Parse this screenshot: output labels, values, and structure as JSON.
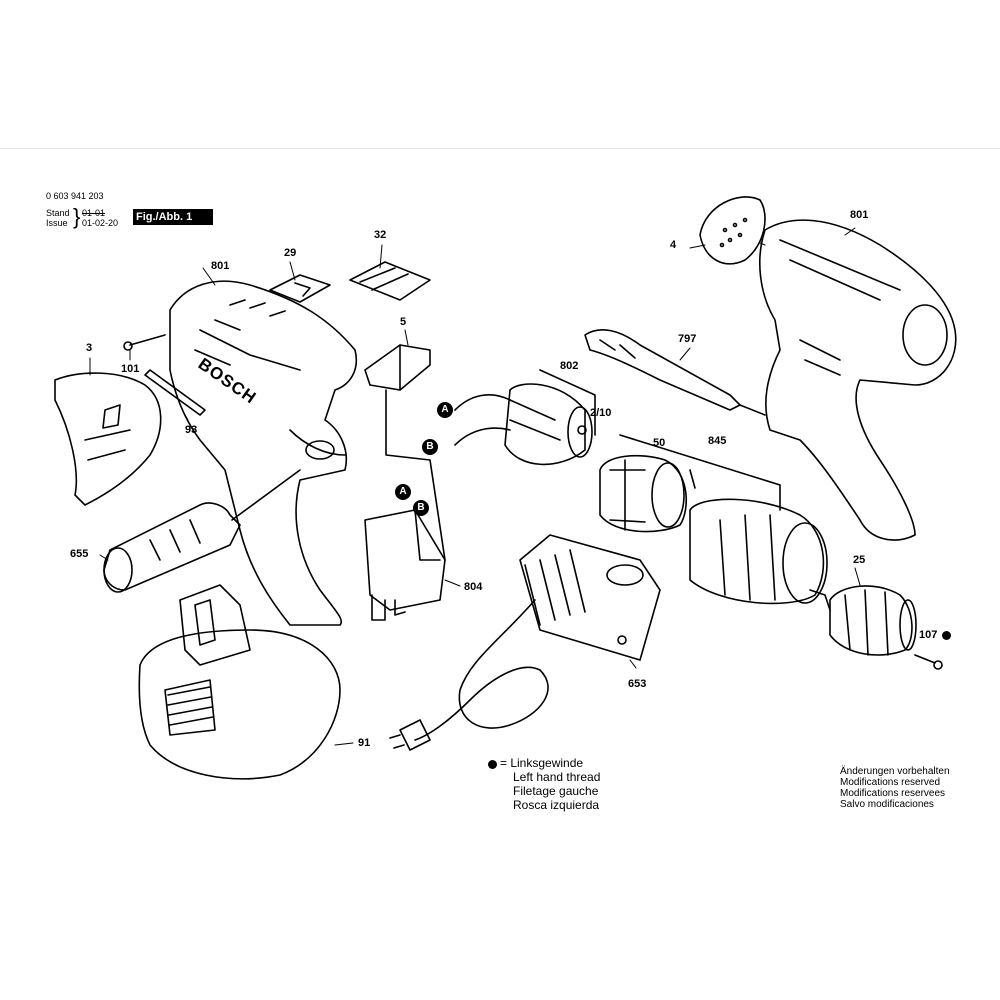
{
  "header": {
    "part_number": "0 603 941 203",
    "stand_label": "Stand",
    "stand_value": "01-01",
    "issue_label": "Issue",
    "issue_value": "01-02-20",
    "figure_label": "Fig./Abb. 1"
  },
  "brand_text": "BOSCH",
  "callouts": [
    "801",
    "29",
    "32",
    "5",
    "3",
    "101",
    "93",
    "655",
    "802",
    "2/10",
    "804",
    "91",
    "653",
    "50",
    "845",
    "797",
    "4",
    "801",
    "25",
    "107"
  ],
  "connectors": [
    "A",
    "B",
    "A",
    "B"
  ],
  "legend": {
    "lines": [
      "= Linksgewinde",
      "Left hand thread",
      "Filetage gauche",
      "Rosca izquierda"
    ]
  },
  "rights_note": [
    "Änderungen vorbehalten",
    "Modifications reserved",
    "Modifications reservees",
    "Salvo modificaciones"
  ],
  "colors": {
    "ink": "#000000",
    "paper": "#ffffff"
  }
}
